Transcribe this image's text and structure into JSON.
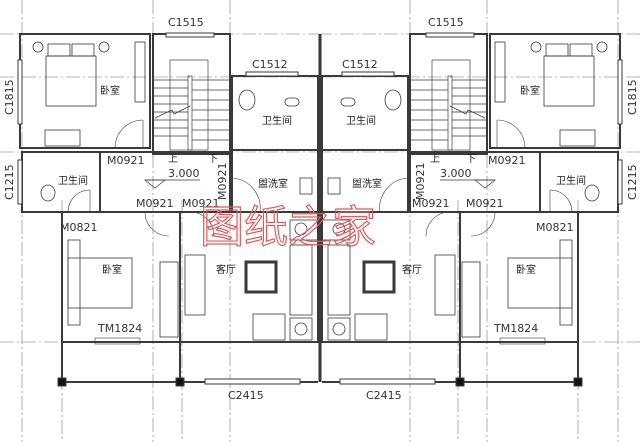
{
  "title": "",
  "watermark": "图纸之家",
  "colors": {
    "line": "#3a3a3a",
    "grid": "#555555",
    "watermark": "#e05a5a"
  },
  "left": {
    "window_top": "C1515",
    "window_side_bedroom": "C1815",
    "window_bath": "C1512",
    "bedroom_upper": "卧室",
    "bath_upper": "卫生间",
    "door_bedroom": "M0921",
    "stair_level": "3.000",
    "stair_up": "上",
    "stair_down": "下",
    "window_side_bath": "C1215",
    "bath_small": "卫生间",
    "door_wash": "M0921",
    "wash_room": "盥洗室",
    "door_hall_1": "M0921",
    "door_hall_2": "M0921",
    "door_bedroom_lower": "M0821",
    "bedroom_lower": "卧室",
    "living_room": "客厅",
    "balcony_door": "TM1824",
    "window_bottom": "C2415"
  },
  "right": {
    "window_top": "C1515",
    "window_side_bedroom": "C1815",
    "window_bath": "C1512",
    "bedroom_upper": "卧室",
    "bath_upper": "卫生间",
    "door_bedroom": "M0921",
    "stair_level": "3.000",
    "stair_up": "上",
    "stair_down": "下",
    "window_side_bath": "C1215",
    "bath_small": "卫生间",
    "door_wash": "M0921",
    "wash_room": "盥洗室",
    "door_hall_1": "M0921",
    "door_hall_2": "M0921",
    "door_bedroom_lower": "M0821",
    "bedroom_lower": "卧室",
    "living_room": "客厅",
    "balcony_door": "TM1824",
    "window_bottom": "C2415"
  }
}
